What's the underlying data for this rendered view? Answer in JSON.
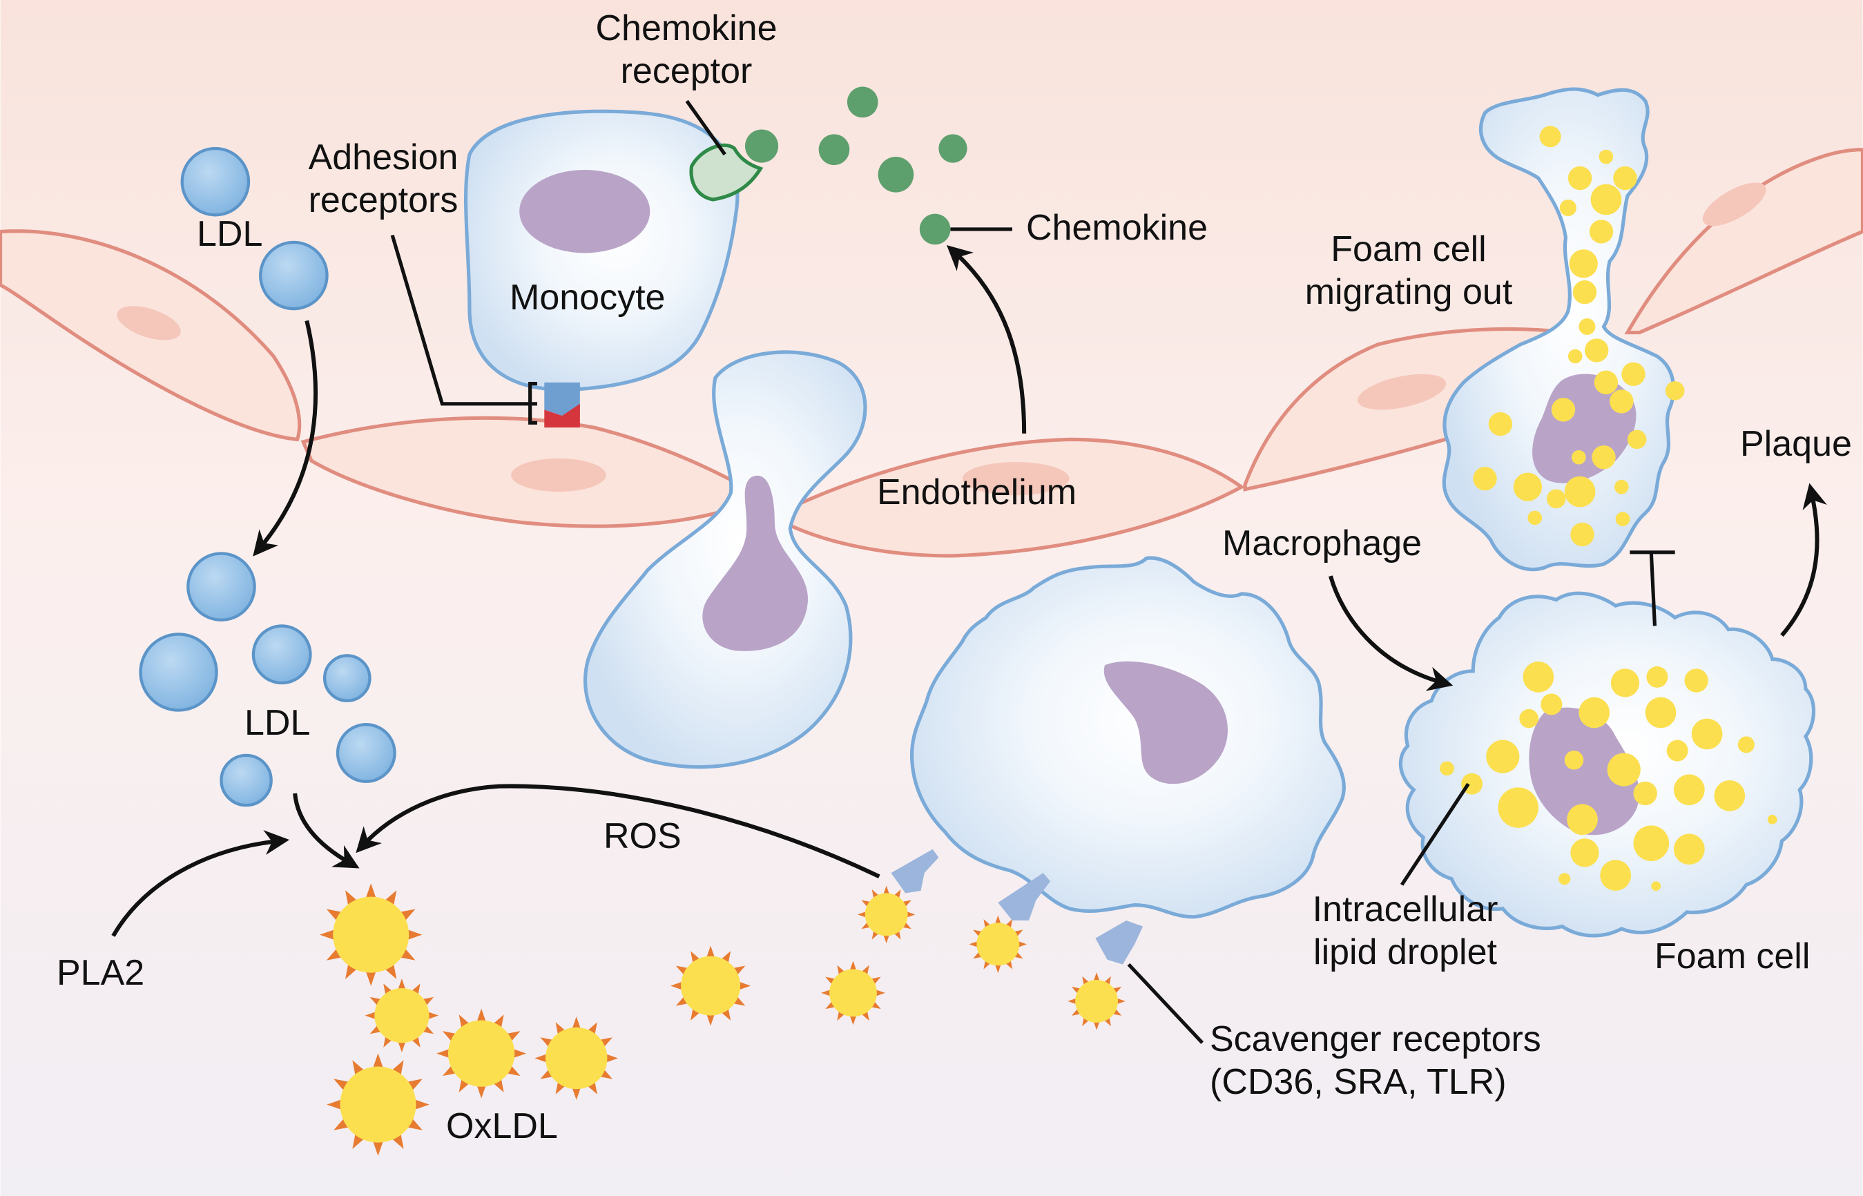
{
  "labels": {
    "chemokine_receptor": [
      "Chemokine",
      "receptor"
    ],
    "adhesion_receptors": [
      "Adhesion",
      "receptors"
    ],
    "ldl_top": "LDL",
    "monocyte": "Monocyte",
    "chemokine": "Chemokine",
    "foam_cell_migrating": [
      "Foam cell",
      "migrating out"
    ],
    "endothelium": "Endothelium",
    "plaque": "Plaque",
    "macrophage": "Macrophage",
    "ldl_mid": "LDL",
    "ros": "ROS",
    "pla2": "PLA2",
    "oxldl": "OxLDL",
    "intracellular_lipid_droplet": [
      "Intracellular",
      "lipid droplet"
    ],
    "foam_cell": "Foam cell",
    "scavenger_receptors": [
      "Scavenger receptors",
      "(CD36, SRA, TLR)"
    ]
  },
  "colors": {
    "tissue_top": "#f9e3dc",
    "tissue_bottom": "#f1eef4",
    "endothelial_cell_fill": "#fbe4dc",
    "endothelial_cell_stroke": "#e08d80",
    "endothelial_nucleus": "#f5c7bb",
    "cell_fill": "#dde9f6",
    "cell_stroke": "#7aaad8",
    "nucleus": "#b9a4c8",
    "ldl": "#8dbde6",
    "chemokine": "#5e9f6e",
    "chemokine_receptor_fill": "#cfe2cf",
    "chemokine_receptor_stroke": "#2f8a48",
    "lipid_droplet": "#fbdf4f",
    "oxldl_spike": "#e77b31",
    "scavenger_receptor": "#9bb5dc",
    "adhesion_blue": "#6f9fd1",
    "adhesion_red": "#d5363d"
  }
}
